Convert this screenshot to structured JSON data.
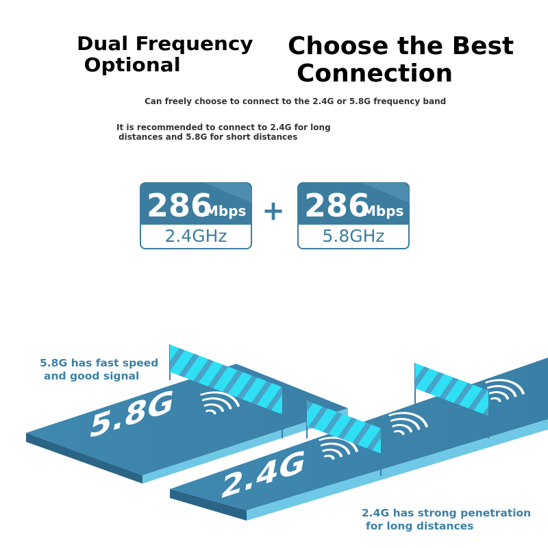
{
  "heading_left": {
    "line1": "Dual Frequency",
    "line2": "Optional"
  },
  "heading_right": {
    "line1": "Choose the Best",
    "line2": "Connection"
  },
  "subtitle": "Can freely choose to connect to the 2.4G or 5.8G frequency band",
  "recommendation": {
    "line1": "It is recommended to connect to 2.4G for long",
    "line2": "distances and 5.8G for short distances"
  },
  "badges": [
    {
      "speed": "286",
      "unit": "Mbps",
      "band": "2.4GHz"
    },
    {
      "speed": "286",
      "unit": "Mbps",
      "band": "5.8GHz"
    }
  ],
  "plus_sign": "+",
  "lanes": [
    {
      "label": "5.8G"
    },
    {
      "label": "2.4G"
    }
  ],
  "note_58": {
    "line1": "5.8G has fast speed",
    "line2": "and good signal"
  },
  "note_24": {
    "line1": "2.4G has strong penetration",
    "line2": "for long distances"
  },
  "colors": {
    "badge_blue": "#3c7d9f",
    "platform_top": "#3c85ad",
    "platform_side": "#2d6a8d",
    "platform_edge": "#7fd6ee",
    "flag_cyan": "#2fe0f5",
    "text_blue": "#3d80a6"
  },
  "icons": [
    "wifi-signal-icon",
    "flag-icon"
  ]
}
